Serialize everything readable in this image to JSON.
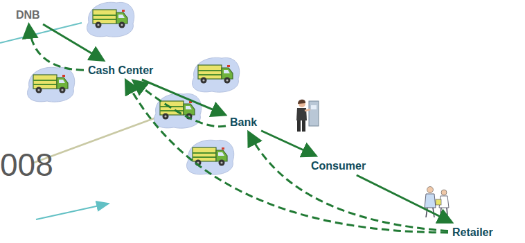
{
  "diagram": {
    "nodes": [
      {
        "text": [
          "DNB"
        ]
      },
      {
        "text": [
          "Cash Center"
        ]
      },
      {
        "text": [
          "Bank"
        ]
      },
      {
        "text": [
          "Consumer"
        ]
      },
      {
        "text": [
          "Retailer"
        ]
      }
    ],
    "edges": [
      {
        "from": 0,
        "to": 1,
        "arrow": "to"
      },
      {
        "from": 1,
        "to": 2,
        "arrow": "to"
      },
      {
        "from": 2,
        "to": 3,
        "arrow": "to"
      },
      {
        "from": 3,
        "to": 4,
        "arrow": "to"
      },
      {
        "from": 1,
        "to": 0,
        "arrow": "to"
      },
      {
        "from": 2,
        "to": 1,
        "arrow": "to"
      },
      {
        "from": 4,
        "to": 1,
        "arrow": "to"
      },
      {
        "from": 4,
        "to": 2,
        "arrow": "to"
      }
    ],
    "labels": [
      "008"
    ]
  }
}
